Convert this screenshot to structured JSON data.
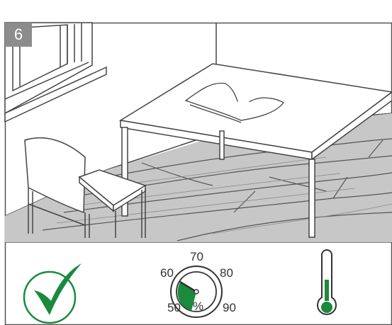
{
  "step": {
    "number": "6"
  },
  "scene": {
    "description_icons": [
      "window",
      "chair",
      "table",
      "open-book",
      "wood-floor"
    ],
    "line_color": "#4a4a4a",
    "floor_color": "#bfbfbf"
  },
  "icons": {
    "check_icon": "check-circle-icon",
    "hygrometer": {
      "labels": [
        "50",
        "60",
        "70",
        "80",
        "90"
      ],
      "unit": "%",
      "green_range": [
        50,
        65
      ]
    },
    "thermometer_icon": "thermometer-icon",
    "accent_color": "#1a8a3c"
  }
}
